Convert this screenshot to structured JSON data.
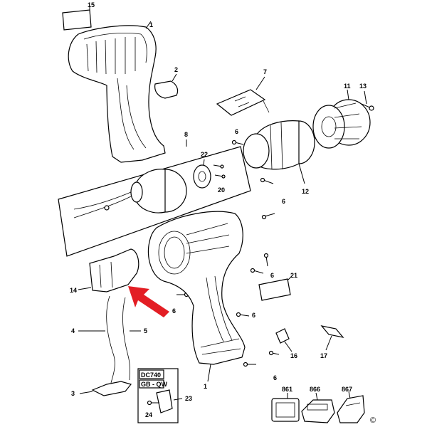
{
  "parts": {
    "p1a": "1",
    "p2": "2",
    "p7": "7",
    "p11": "11",
    "p13": "13",
    "p15": "15",
    "p8": "8",
    "p22": "22",
    "p20": "20",
    "p6a": "6",
    "p12": "12",
    "p6b": "6",
    "p14": "14",
    "p6c": "6",
    "p6d": "6",
    "p6e": "6",
    "p21": "21",
    "p4": "4",
    "p5": "5",
    "p16": "16",
    "p17": "17",
    "p6f": "6",
    "p1b": "1",
    "p3": "3",
    "p23": "23",
    "p24": "24",
    "p861": "861",
    "p866": "866",
    "p867": "867"
  },
  "model_box": {
    "model": "DC740",
    "region": "GB - QW"
  },
  "copyright": "©",
  "colors": {
    "arrow": "#e31e24",
    "line": "#000000"
  }
}
